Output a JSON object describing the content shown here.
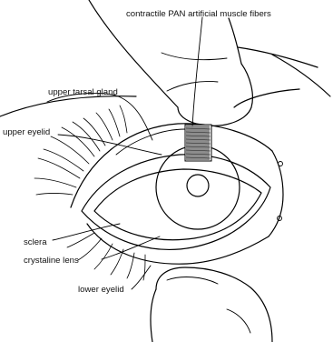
{
  "labels": {
    "fibers": "contractile PAN artificial muscle fibers",
    "tarsal_gland": "upper tarsal gland",
    "upper_eyelid": "upper eyelid",
    "sclera": "sclera",
    "lens": "crystaline lens",
    "lower_eyelid": "lower eyelid"
  },
  "colors": {
    "ink": "#000000",
    "background": "#ffffff"
  }
}
